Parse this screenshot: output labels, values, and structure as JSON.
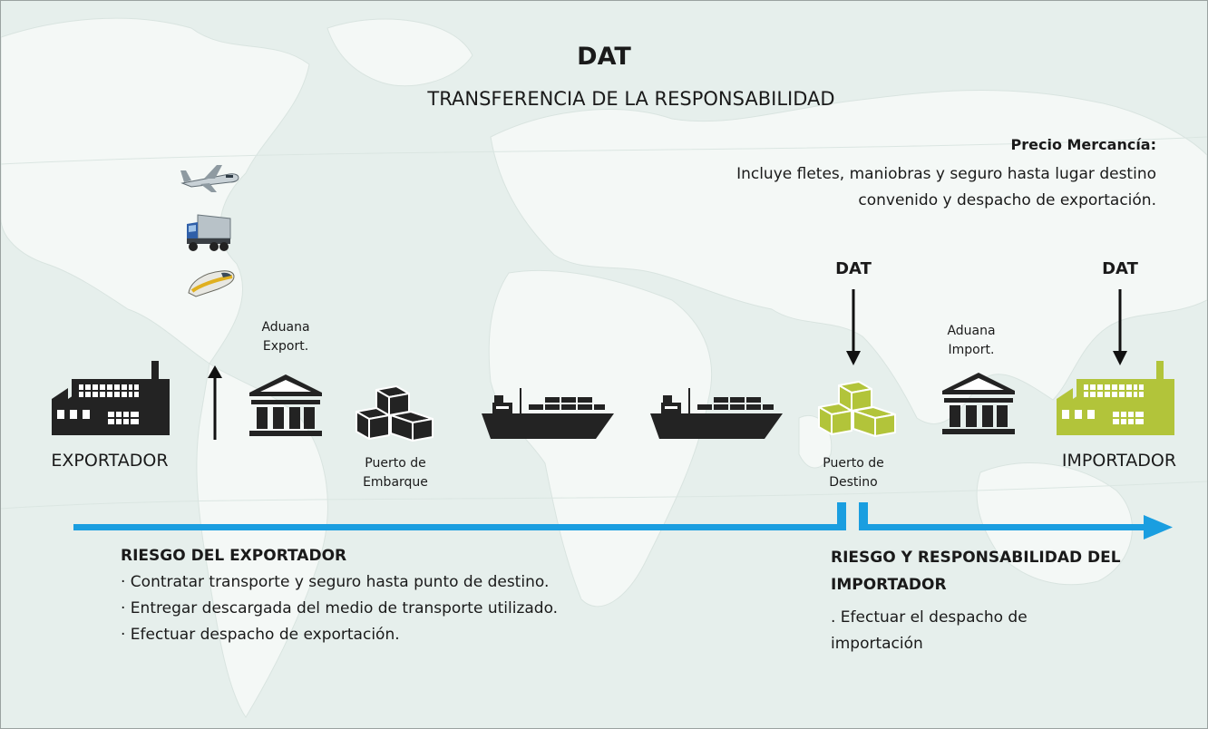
{
  "title": "DAT",
  "subtitle": "TRANSFERENCIA DE LA RESPONSABILIDAD",
  "price": {
    "label": "Precio Mercancía:",
    "line1": "Incluye fletes, maniobras y seguro hasta lugar destino",
    "line2": "convenido y despacho de exportación."
  },
  "dat_markers": [
    "DAT",
    "DAT"
  ],
  "nodes": {
    "exportador": "EXPORTADOR",
    "aduana_export": [
      "Aduana",
      "Export."
    ],
    "puerto_embarque": [
      "Puerto de",
      "Embarque"
    ],
    "puerto_destino": [
      "Puerto de",
      "Destino"
    ],
    "aduana_import": [
      "Aduana",
      "Import."
    ],
    "importador": "IMPORTADOR"
  },
  "exporter_risk": {
    "heading": "RIESGO  DEL EXPORTADOR",
    "items": [
      "· Contratar transporte y seguro hasta punto de destino.",
      "· Entregar descargada del  medio de transporte utilizado.",
      "· Efectuar despacho de exportación."
    ]
  },
  "importer_risk": {
    "heading": [
      "RIESGO Y RESPONSABILIDAD DEL",
      "IMPORTADOR"
    ],
    "text": [
      ". Efectuar el despacho de",
      "importación"
    ]
  },
  "colors": {
    "risk_bar": "#1a9ee0",
    "icon_dark": "#232323",
    "icon_green": "#b2c43a",
    "map_land": "#f3f7f5",
    "map_sea": "#e4eeeb"
  },
  "icons": [
    "airplane-icon",
    "truck-icon",
    "train-icon",
    "factory-icon",
    "customs-building-icon",
    "boxes-icon",
    "ship-icon"
  ]
}
